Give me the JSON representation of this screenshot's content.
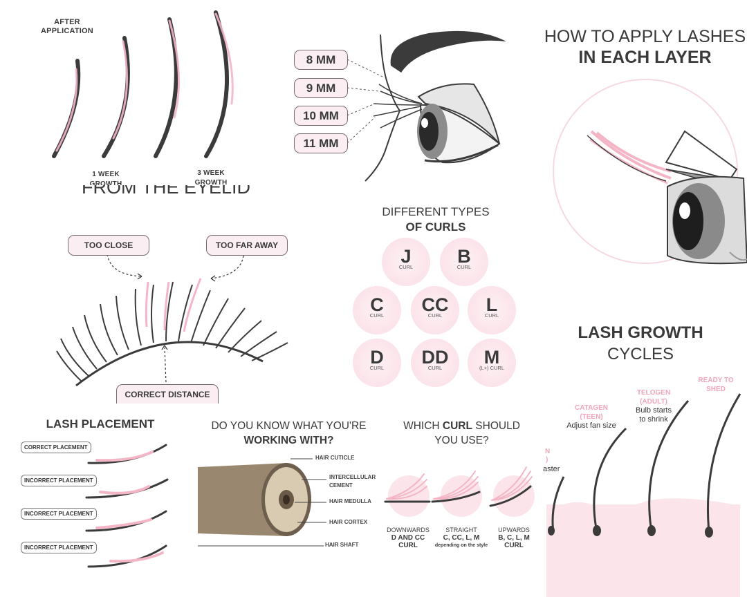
{
  "growth_after": {
    "after_label_line1": "AFTER",
    "after_label_line2": "APPLICATION",
    "week1_line1": "1 WEEK",
    "week1_line2": "GROWTH",
    "week3_line1": "3 WEEK",
    "week3_line2": "GROWTH"
  },
  "lengths": {
    "items": [
      "8 MM",
      "9 MM",
      "10 MM",
      "11 MM"
    ]
  },
  "layers": {
    "title_line1": "HOW TO APPLY LASHES",
    "title_line2": "IN EACH LAYER"
  },
  "eyelid": {
    "title_partial": "FROM THE EYELID",
    "too_close": "TOO CLOSE",
    "too_far": "TOO FAR AWAY",
    "correct": "CORRECT DISTANCE"
  },
  "curls": {
    "title_line1": "DIFFERENT TYPES",
    "title_line2": "OF CURLS",
    "items": [
      {
        "letter": "J",
        "sub": "CURL"
      },
      {
        "letter": "B",
        "sub": "CURL"
      },
      {
        "letter": "C",
        "sub": "CURL"
      },
      {
        "letter": "CC",
        "sub": "CURL"
      },
      {
        "letter": "L",
        "sub": "CURL"
      },
      {
        "letter": "D",
        "sub": "CURL"
      },
      {
        "letter": "DD",
        "sub": "CURL"
      },
      {
        "letter": "M",
        "sub": "(L+) CURL"
      }
    ]
  },
  "growth_cycles": {
    "title_line1": "LASH GROWTH",
    "title_line2": "CYCLES",
    "catagen_line1": "CATAGEN",
    "catagen_line2": "(TEEN)",
    "catagen_desc": "Adjust fan size",
    "telogen_line1": "TELOGEN",
    "telogen_line2": "(ADULT)",
    "telogen_desc_line1": "Bulb starts",
    "telogen_desc_line2": "to shrink",
    "ready_line1": "READY TO",
    "ready_line2": "SHED",
    "cut_n": "N",
    "cut_paren": ")",
    "cut_aster": "aster"
  },
  "placement": {
    "title": "LASH PLACEMENT",
    "tags": [
      "CORRECT PLACEMENT",
      "INCORRECT PLACEMENT",
      "INCORRECT PLACEMENT",
      "INCORRECT PLACEMENT"
    ]
  },
  "hair": {
    "title_line1": "DO YOU KNOW WHAT YOU'RE",
    "title_line2": "WORKING WITH?",
    "labels": [
      "HAIR CUTICLE",
      "INTERCELLULAR",
      "CEMENT",
      "HAIR MEDULLA",
      "HAIR CORTEX",
      "HAIR SHAFT"
    ]
  },
  "which_curl": {
    "title_pre": "WHICH ",
    "title_bold": "CURL",
    "title_post": " SHOULD",
    "title_line2": "YOU USE?",
    "col1_line1": "DOWNWARDS",
    "col1_line2": "D AND CC",
    "col1_line3": "CURL",
    "col2_line1": "STRAIGHT",
    "col2_line2": "C, CC, L, M",
    "col2_line3": "depending on the style",
    "col3_line1": "UPWARDS",
    "col3_line2": "B, C, L, M",
    "col3_line3": "CURL"
  },
  "colors": {
    "pink": "#f4b6c6",
    "light_pink": "#fbe5eb",
    "dark": "#3b3b3b",
    "accent_pink_text": "#f0a6b8"
  }
}
